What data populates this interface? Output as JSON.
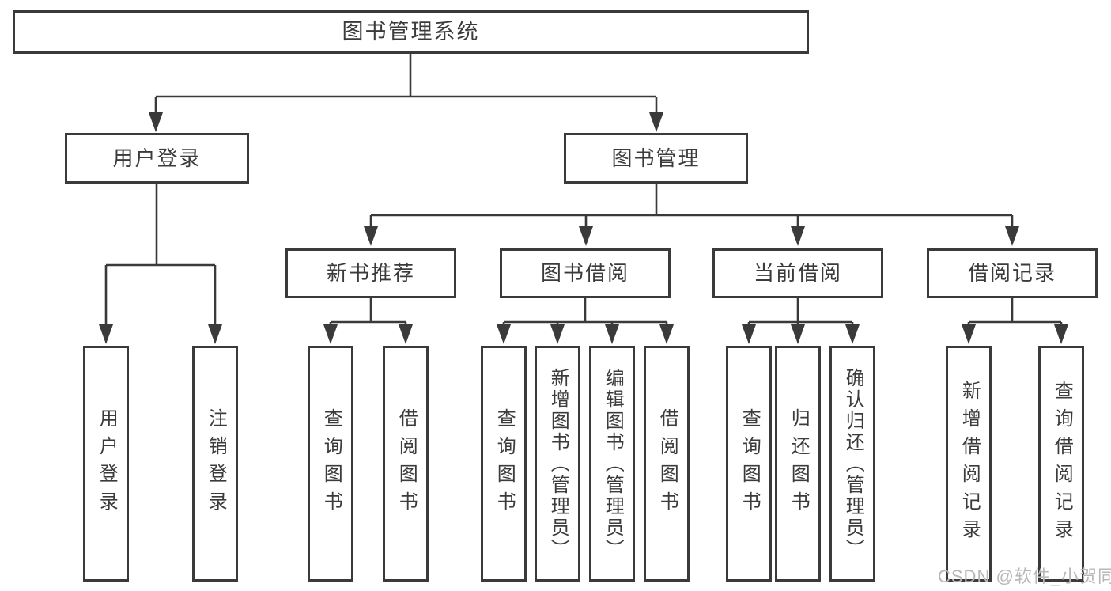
{
  "diagram_type": "hierarchy-tree",
  "colors": {
    "line": "#3a3a3a",
    "box_border": "#3a3a3a",
    "text": "#3b3b3b",
    "background": "#ffffff",
    "watermark": "#b8b8b8"
  },
  "tree": {
    "label": "图书管理系统",
    "children": [
      {
        "label": "用户登录",
        "children": [
          {
            "label": "用户登录"
          },
          {
            "label": "注销登录"
          }
        ]
      },
      {
        "label": "图书管理",
        "children": [
          {
            "label": "新书推荐",
            "children": [
              {
                "label": "查询图书"
              },
              {
                "label": "借阅图书"
              }
            ]
          },
          {
            "label": "图书借阅",
            "children": [
              {
                "label": "查询图书"
              },
              {
                "label": "新增图书（管理员）"
              },
              {
                "label": "编辑图书（管理员）"
              },
              {
                "label": "借阅图书"
              }
            ]
          },
          {
            "label": "当前借阅",
            "children": [
              {
                "label": "查询图书"
              },
              {
                "label": "归还图书"
              },
              {
                "label": "确认归还（管理员）"
              }
            ]
          },
          {
            "label": "借阅记录",
            "children": [
              {
                "label": "新增借阅记录"
              },
              {
                "label": "查询借阅记录"
              }
            ]
          }
        ]
      }
    ]
  },
  "watermark": {
    "text": "CSDN @软件_小贺同学"
  }
}
